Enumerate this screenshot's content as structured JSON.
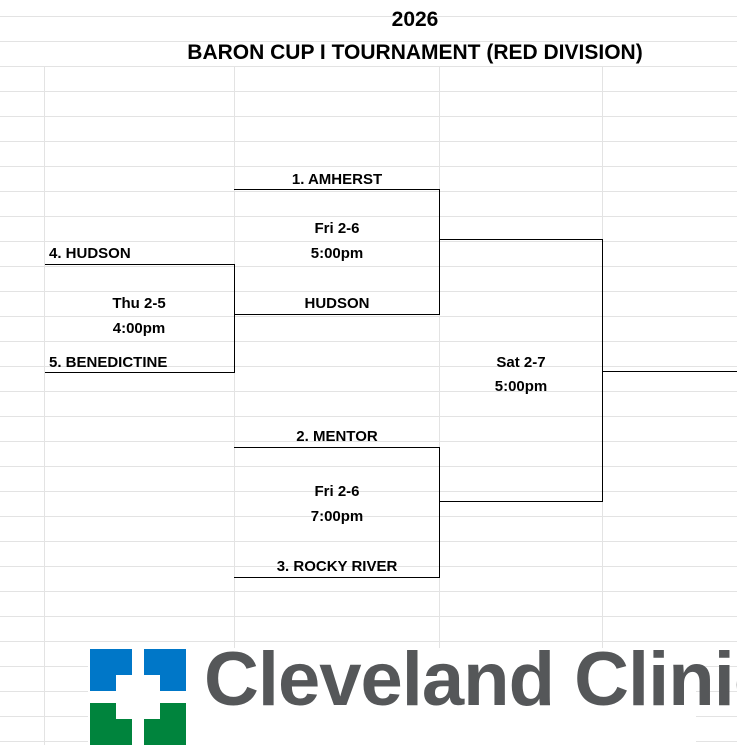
{
  "header": {
    "year": "2026",
    "title": "BARON CUP I TOURNAMENT (RED DIVISION)"
  },
  "first_round": {
    "team_top": "4. HUDSON",
    "team_bottom": "5. BENEDICTINE",
    "game_day": "Thu 2-5",
    "game_time": "4:00pm"
  },
  "semifinal_top": {
    "team_top": "1. AMHERST",
    "team_bottom": "HUDSON",
    "game_day": "Fri 2-6",
    "game_time": "5:00pm"
  },
  "semifinal_bottom": {
    "team_top": "2. MENTOR",
    "team_bottom": "3. ROCKY RIVER",
    "game_day": "Fri 2-6",
    "game_time": "7:00pm"
  },
  "final": {
    "game_day": "Sat 2-7",
    "game_time": "5:00pm"
  },
  "sponsor": {
    "logo_text": "Cleveland Clinic",
    "colors": {
      "blue": "#0077c8",
      "green": "#00843d",
      "text": "#555759"
    }
  }
}
